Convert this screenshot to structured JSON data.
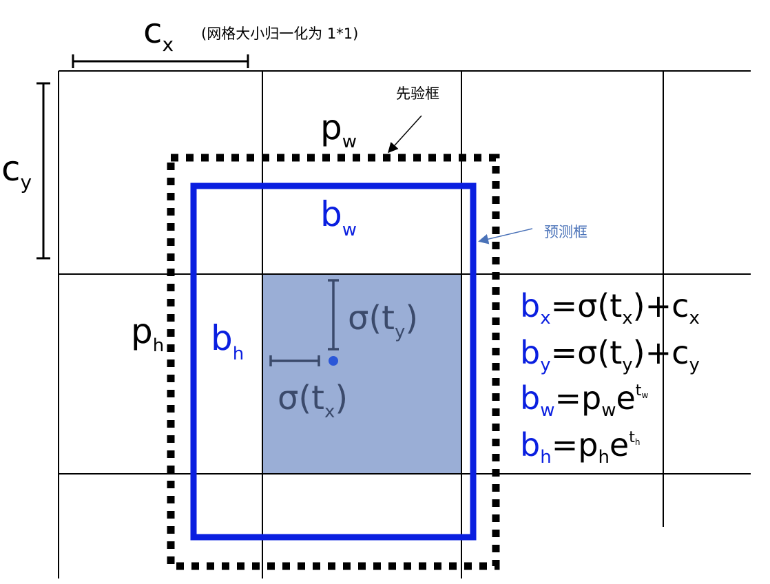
{
  "annotations": {
    "grid_note": "(网格大小归一化为 1*1)",
    "prior_box": "先验框",
    "pred_box": "预测框"
  },
  "labels": {
    "cx": {
      "base": "c",
      "sub": "x"
    },
    "cy": {
      "base": "c",
      "sub": "y"
    },
    "pw": {
      "base": "p",
      "sub": "w"
    },
    "ph": {
      "base": "p",
      "sub": "h"
    },
    "bw": {
      "base": "b",
      "sub": "w"
    },
    "bh": {
      "base": "b",
      "sub": "h"
    },
    "sigma_ty": {
      "pre": "σ(t",
      "sub": "y",
      "post": ")"
    },
    "sigma_tx": {
      "pre": "σ(t",
      "sub": "x",
      "post": ")"
    }
  },
  "equations": [
    {
      "lhs": "b",
      "lhs_sub": "x",
      "rhs_pre": "=σ(t",
      "rhs_sub": "x",
      "rhs_mid": ")+c",
      "rhs_sub2": "x"
    },
    {
      "lhs": "b",
      "lhs_sub": "y",
      "rhs_pre": "=σ(t",
      "rhs_sub": "y",
      "rhs_mid": ")+c",
      "rhs_sub2": "y"
    },
    {
      "lhs": "b",
      "lhs_sub": "w",
      "rhs_pre": "=p",
      "rhs_sub": "w",
      "rhs_mid": "e",
      "rhs_sup": "t",
      "rhs_sup_sub": "w"
    },
    {
      "lhs": "b",
      "lhs_sub": "h",
      "rhs_pre": "=p",
      "rhs_sub": "h",
      "rhs_mid": "e",
      "rhs_sup": "t",
      "rhs_sup_sub": "h"
    }
  ],
  "colors": {
    "grid": "#000000",
    "prior": "#000000",
    "pred": "#0a1fe0",
    "cell_fill": "#9aaed6",
    "cell_dark": "#3b4a6b",
    "center_dot": "#2b57d8",
    "pred_note": "#4a72b8"
  }
}
